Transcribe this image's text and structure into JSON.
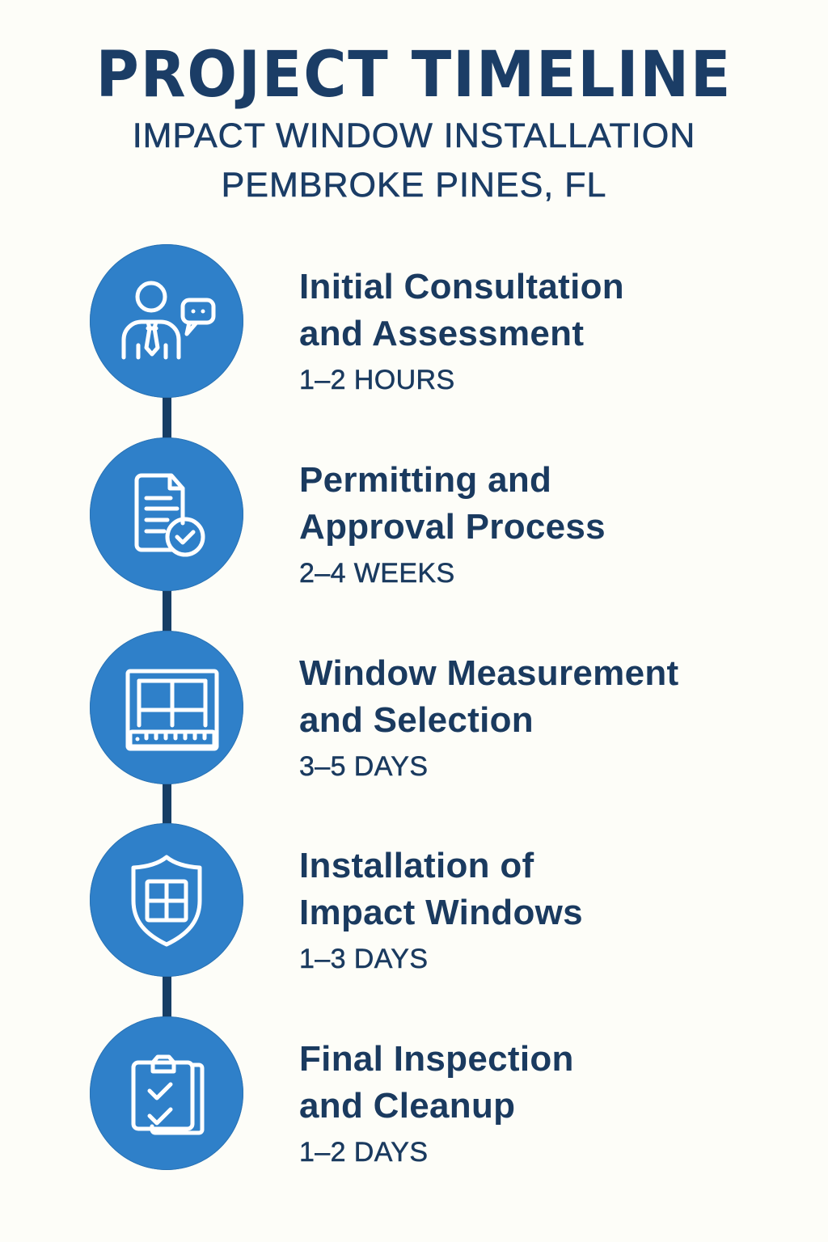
{
  "header": {
    "title": "PROJECT TIMELINE",
    "subtitle_line1": "IMPACT WINDOW INSTALLATION",
    "subtitle_line2": "PEMBROKE PINES, FL"
  },
  "colors": {
    "background": "#fdfdf8",
    "circle_fill": "#2f80c9",
    "connector": "#173e66",
    "text": "#1a3a5f",
    "icon_stroke": "#ffffff"
  },
  "steps": [
    {
      "title_line1": "Initial Consultation",
      "title_line2": "and Assessment",
      "duration": "1–2 HOURS",
      "icon": "consultant-chat-icon"
    },
    {
      "title_line1": "Permitting and",
      "title_line2": "Approval Process",
      "duration": "2–4 WEEKS",
      "icon": "document-approved-icon"
    },
    {
      "title_line1": "Window Measurement",
      "title_line2": "and Selection",
      "duration": "3–5 DAYS",
      "icon": "window-ruler-icon"
    },
    {
      "title_line1": "Installation of",
      "title_line2": "Impact Windows",
      "duration": "1–3 DAYS",
      "icon": "shield-window-icon"
    },
    {
      "title_line1": "Final Inspection",
      "title_line2": "and Cleanup",
      "duration": "1–2 DAYS",
      "icon": "clipboard-checklist-icon"
    }
  ]
}
